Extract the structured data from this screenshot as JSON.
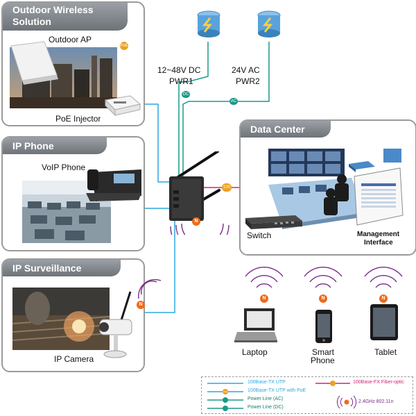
{
  "panels": {
    "outdoor": {
      "title": "Outdoor Wireless Solution",
      "title_line1": "Outdoor Wireless",
      "title_line2": "Solution",
      "ap": "Outdoor AP",
      "injector": "PoE Injector",
      "poe_badge": "PoE"
    },
    "phone": {
      "title": "IP Phone",
      "device": "VoIP Phone"
    },
    "surveillance": {
      "title": "IP Surveillance",
      "device": "IP Camera"
    },
    "datacenter": {
      "title": "Data Center",
      "switch": "Switch",
      "mgmt_line1": "Management",
      "mgmt_line2": "Interface"
    }
  },
  "power": {
    "pwr1_voltage": "12~48V DC",
    "pwr1_name": "PWR1",
    "pwr1_badge": "DC",
    "pwr2_voltage": "24V AC",
    "pwr2_name": "PWR2",
    "pwr2_badge": "AC"
  },
  "fiber_badge": "100",
  "wifi_badge": "N",
  "devices": {
    "laptop": "Laptop",
    "smart_line1": "Smart",
    "smart_line2": "Phone",
    "tablet": "Tablet"
  },
  "legend": {
    "utp": "100Base-TX UTP",
    "utp_poe": "100Base-TX UTP with PoE",
    "ac": "Power Line (AC)",
    "dc": "Power Line (DC)",
    "fiber": "100Base-FX Fiber-optic",
    "wifi": "2.4GHz 802.11n",
    "poe_badge": "PoE"
  },
  "colors": {
    "utp": "#29a8e0",
    "power": "#1a9a8a",
    "fiber": "#d4207a",
    "wifi": "#7a2a8a",
    "badge": "#f0a020",
    "n_badge": "#f06a1a"
  }
}
